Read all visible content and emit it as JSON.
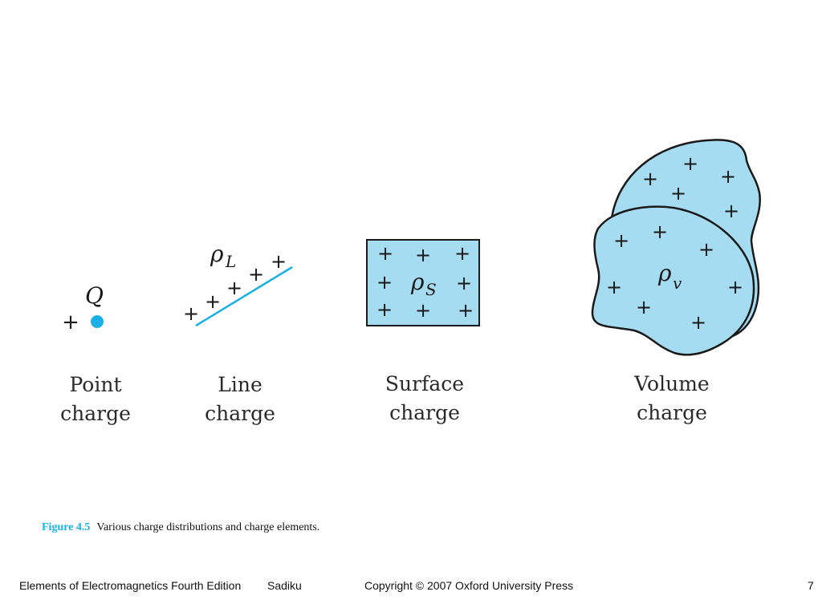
{
  "colors": {
    "accent": "#1ab0e6",
    "fill": "#a6dcf2",
    "stroke": "#1a1a1a"
  },
  "point": {
    "symbol": "Q",
    "plus": "+",
    "caption": [
      "Point",
      "charge"
    ]
  },
  "line": {
    "symbol": "ρ",
    "subscript": "L",
    "plus_signs": [
      "+",
      "+",
      "+",
      "+",
      "+"
    ],
    "caption": [
      "Line",
      "charge"
    ]
  },
  "surface": {
    "symbol": "ρ",
    "subscript": "S",
    "plus_signs": [
      "+",
      "+",
      "+",
      "+",
      "+",
      "+",
      "+",
      "+"
    ],
    "caption": [
      "Surface",
      "charge"
    ]
  },
  "volume": {
    "symbol": "ρ",
    "subscript": "v",
    "plus_signs": [
      "+",
      "+",
      "+",
      "+",
      "+",
      "+",
      "+",
      "+",
      "+",
      "+",
      "+",
      "+"
    ],
    "caption": [
      "Volume",
      "charge"
    ]
  },
  "figure": {
    "label": "Figure 4.5",
    "text": "Various charge distributions and charge elements."
  },
  "footer": {
    "book": "Elements of Electromagnetics Fourth Edition",
    "author": "Sadiku",
    "copyright": "Copyright © 2007 Oxford University Press",
    "page": "7"
  }
}
